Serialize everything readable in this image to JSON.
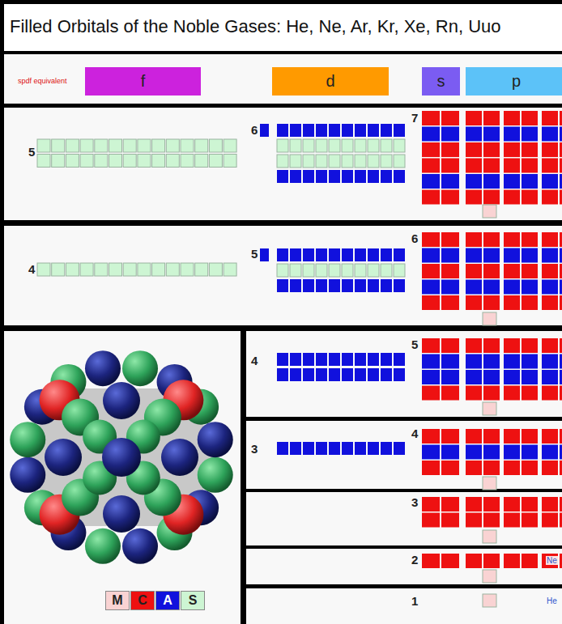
{
  "diagram": {
    "title": "Filled Orbitals of the Noble Gases: He, Ne, Ar, Kr, Xe, Rn, Uuo",
    "nodes": [
      {
        "text": [
          "f"
        ]
      },
      {
        "text": [
          "d"
        ]
      },
      {
        "text": [
          "s"
        ]
      },
      {
        "text": [
          "p"
        ]
      }
    ],
    "labels": [
      "spdf equivalent",
      "5",
      "6",
      "7",
      "4",
      "5",
      "6",
      "4",
      "5",
      "3",
      "4",
      "3",
      "2",
      "1",
      "Ne",
      "He"
    ],
    "legend": [
      {
        "text": "M",
        "color": "#f9d3d3"
      },
      {
        "text": "C",
        "color": "#ee1111"
      },
      {
        "text": "A",
        "color": "#1111dd"
      },
      {
        "text": "S",
        "color": "#cdf5d3"
      }
    ]
  }
}
